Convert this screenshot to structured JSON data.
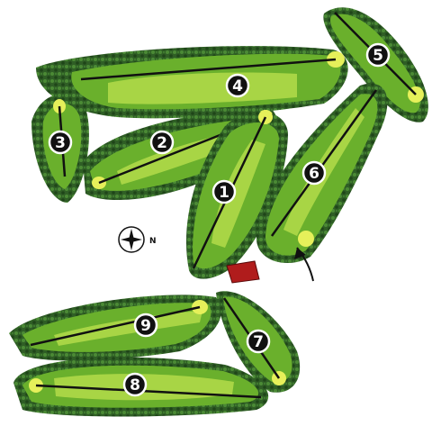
{
  "course": {
    "holes": [
      {
        "number": "1",
        "name": "hole-1"
      },
      {
        "number": "2",
        "name": "hole-2"
      },
      {
        "number": "3",
        "name": "hole-3"
      },
      {
        "number": "4",
        "name": "hole-4"
      },
      {
        "number": "5",
        "name": "hole-5"
      },
      {
        "number": "6",
        "name": "hole-6"
      },
      {
        "number": "7",
        "name": "hole-7"
      },
      {
        "number": "8",
        "name": "hole-8"
      },
      {
        "number": "9",
        "name": "hole-9"
      }
    ],
    "compass_label": "N"
  },
  "colors": {
    "rough": "#3a6b2a",
    "fairway": "#7fbf2f",
    "fairway_light": "#b7dc4a",
    "green": "#e6f05a",
    "clubhouse": "#b01c1c",
    "line": "#111111"
  },
  "icons": {
    "compass": "compass-rose-icon",
    "clubhouse": "clubhouse-icon"
  }
}
